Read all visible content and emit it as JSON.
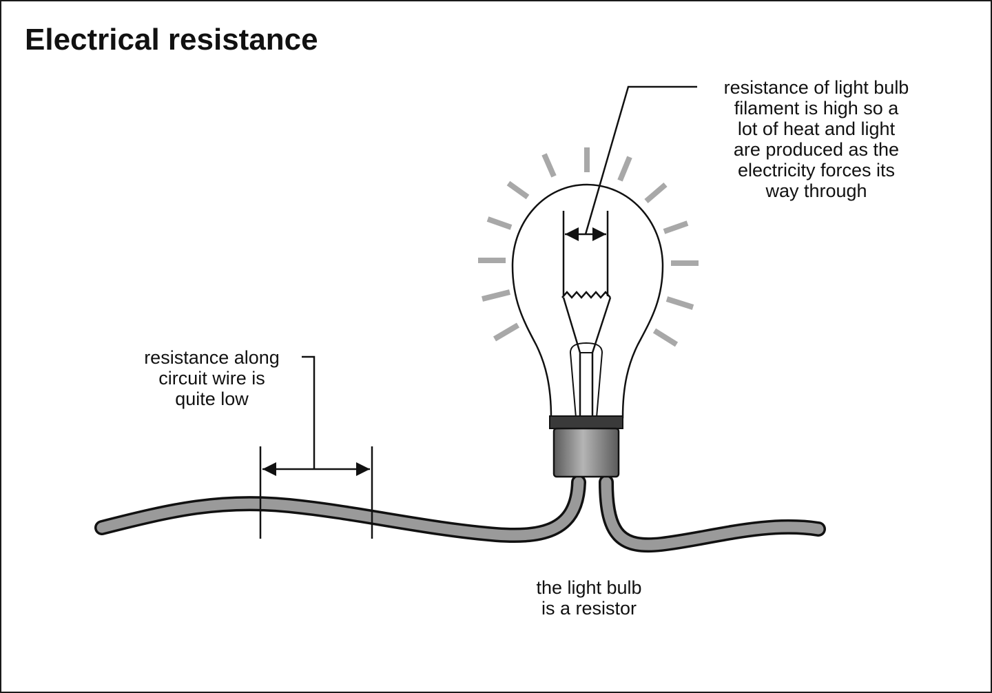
{
  "title": "Electrical resistance",
  "labels": {
    "bulb_filament": "resistance of light bulb\nfilament is high so a\nlot of heat and light\nare produced as the\nelectricity forces its\nway through",
    "circuit_wire": "resistance along\ncircuit wire is\nquite low",
    "resistor": "the light bulb\nis a resistor"
  },
  "colors": {
    "ink": "#111111",
    "wire_fill": "#9a9a9a",
    "glow_rays": "#a8a8a8",
    "bulb_base": "#8a8a8a",
    "background": "#ffffff"
  },
  "icons": {
    "bulb": "light-bulb-icon",
    "glow": "light-rays-icon"
  }
}
